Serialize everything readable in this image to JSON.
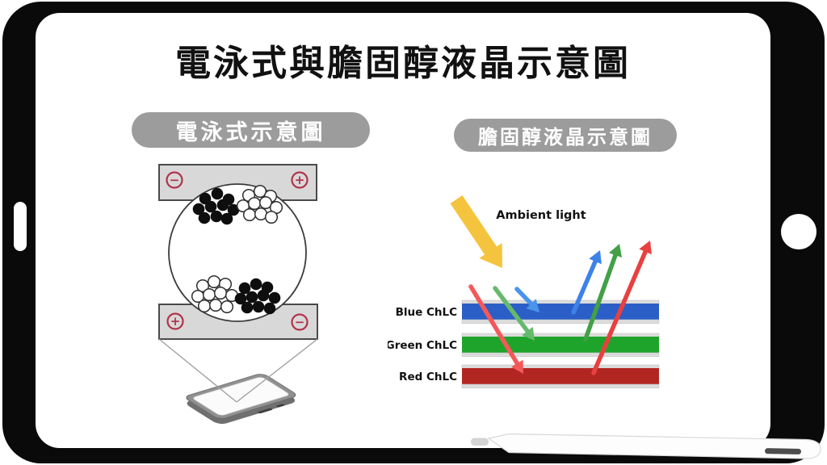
{
  "title": "電泳式與膽固醇液晶示意圖",
  "left_panel": {
    "label": "電泳式示意圖",
    "label_bg": "#9c9c9c",
    "electrode_fill": "#d8d8d8",
    "terminal_color": "#b13349",
    "top_electrode": {
      "left_sign": "−",
      "right_sign": "+"
    },
    "bottom_electrode": {
      "left_sign": "+",
      "right_sign": "−"
    },
    "particle_colors": {
      "black": "#0e0e0e",
      "white": "#ffffff"
    }
  },
  "right_panel": {
    "label": "膽固醇液晶示意圖",
    "label_bg": "#9c9c9c",
    "ambient_light_label": "Ambient light",
    "ambient_arrow_color": "#f5c43e",
    "substrate_color": "#dcdcdc",
    "layers": [
      {
        "label": "Blue ChLC",
        "bar_color": "#2b5fc7",
        "incident_arrow_color": "#4a94ea",
        "reflected_arrow_color": "#3c82e8"
      },
      {
        "label": "Green ChLC",
        "bar_color": "#1ea42a",
        "incident_arrow_color": "#67b96b",
        "reflected_arrow_color": "#43a047"
      },
      {
        "label": "Red ChLC",
        "bar_color": "#b22622",
        "incident_arrow_color": "#f4595a",
        "reflected_arrow_color": "#e84040"
      }
    ]
  }
}
